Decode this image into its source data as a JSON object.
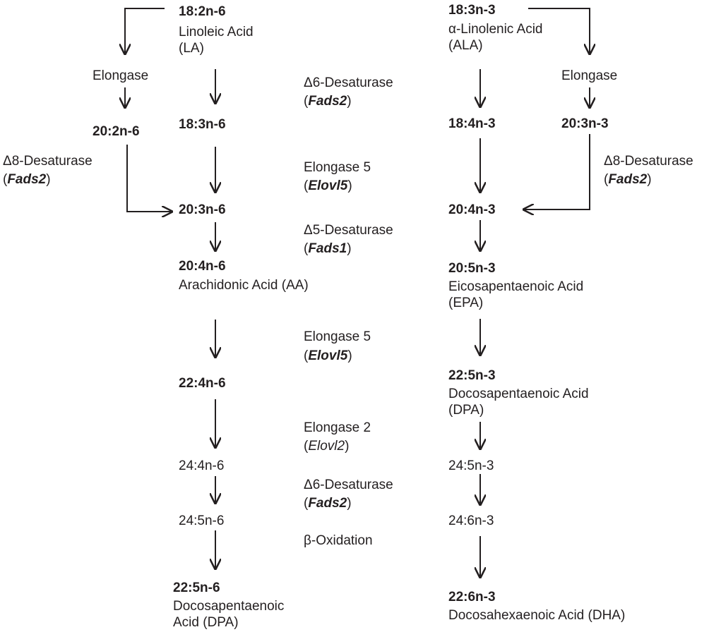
{
  "n6": {
    "la_code": "18:2n-6",
    "la_name": "Linoleic Acid",
    "la_abbr": "(LA)",
    "e_182_code": "20:2n-6",
    "gla_code": "18:3n-6",
    "dgla_code": "20:3n-6",
    "aa_code": "20:4n-6",
    "aa_name": "Arachidonic Acid (AA)",
    "adr_code": "22:4n-6",
    "c244_code": "24:4n-6",
    "c245_code": "24:5n-6",
    "dpa_code": "22:5n-6",
    "dpa_name1": "Docosapentaenoic",
    "dpa_name2": "Acid (DPA)"
  },
  "n3": {
    "ala_code": "18:3n-3",
    "ala_name": "α-Linolenic Acid",
    "ala_abbr": "(ALA)",
    "sda_code": "18:4n-3",
    "e_183_code": "20:3n-3",
    "eta_code": "20:4n-3",
    "epa_code": "20:5n-3",
    "epa_name": "Eicosapentaenoic Acid",
    "epa_abbr": "(EPA)",
    "dpa_code": "22:5n-3",
    "dpa_name": "Docosapentaenoic Acid",
    "dpa_abbr": "(DPA)",
    "c245_code": "24:5n-3",
    "c246_code": "24:6n-3",
    "dha_code": "22:6n-3",
    "dha_name": "Docosahexaenoic Acid (DHA)"
  },
  "enzymes": {
    "elongase": "Elongase",
    "d8": "Δ8-Desaturase",
    "fads2": "Fads2",
    "d6": "Δ6-Desaturase",
    "d5": "Δ5-Desaturase",
    "fads1": "Fads1",
    "elongase5": "Elongase 5",
    "elovl5": "Elovl5",
    "elongase2": "Elongase 2",
    "elovl2": "Elovl2",
    "beta_ox": "β-Oxidation",
    "open_paren": "(",
    "close_paren": ")"
  }
}
